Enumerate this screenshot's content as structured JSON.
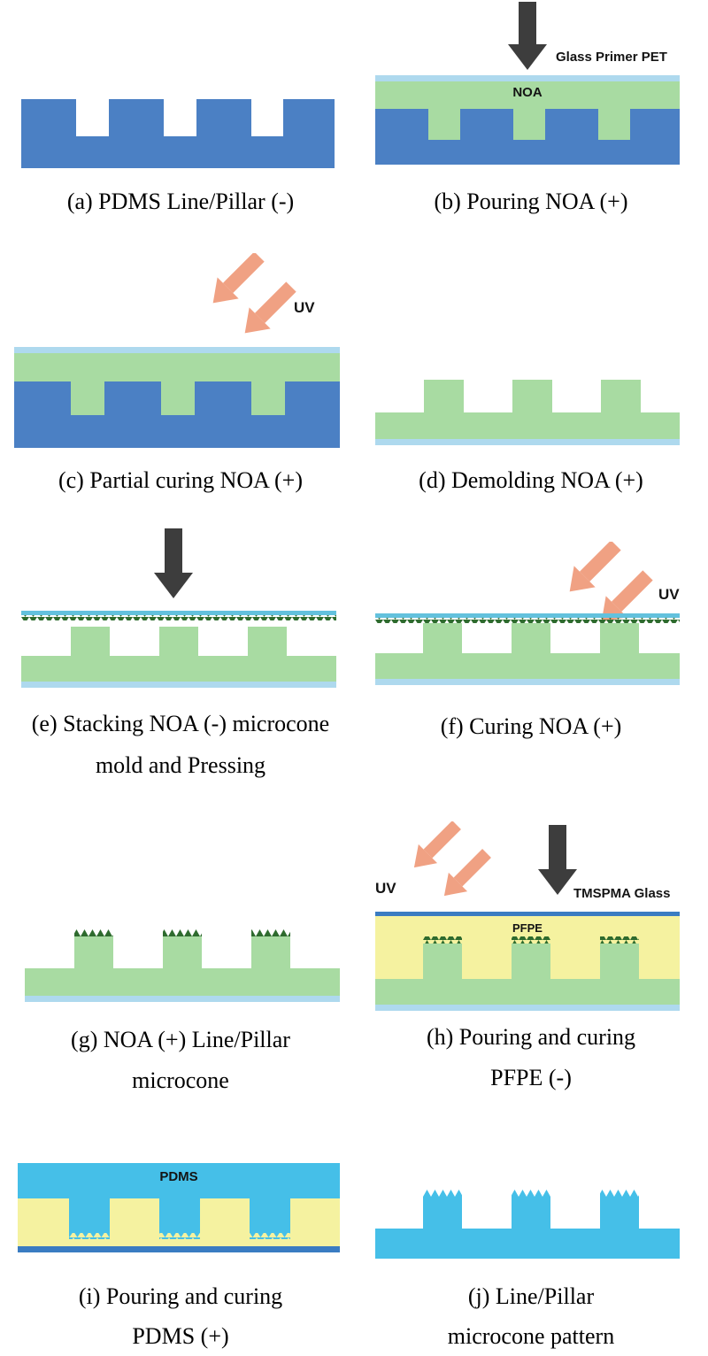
{
  "figure": {
    "type": "fabrication-process-schematic",
    "background": "#ffffff",
    "colors": {
      "pdms_mold_blue": "#4b80c4",
      "noa_green": "#a8dba2",
      "pet_film_lightblue": "#aed9ee",
      "arrow_dark_gray": "#3d3d3d",
      "uv_arrow_salmon": "#f0a183",
      "pfpe_yellow": "#f5f2a0",
      "glass_blue": "#3a7cc2",
      "pdms_cyan": "#45bfe8",
      "microcone_dark_green": "#2e6b2e",
      "cone_strip_teal": "#63c1dd",
      "caption_text": "#000000"
    },
    "panels": {
      "a": {
        "caption_lines": [
          "(a) PDMS Line/Pillar (-)"
        ]
      },
      "b": {
        "caption_lines": [
          "(b) Pouring NOA (+)"
        ],
        "labels": {
          "glass_primer_pet": "Glass Primer PET",
          "noa": "NOA"
        }
      },
      "c": {
        "caption_lines": [
          "(c) Partial curing NOA (+)"
        ],
        "labels": {
          "uv": "UV"
        }
      },
      "d": {
        "caption_lines": [
          "(d) Demolding NOA (+)"
        ]
      },
      "e": {
        "caption_lines": [
          "(e) Stacking NOA (-) microcone",
          "mold and Pressing"
        ]
      },
      "f": {
        "caption_lines": [
          "(f) Curing NOA (+)"
        ],
        "labels": {
          "uv": "UV"
        }
      },
      "g": {
        "caption_lines": [
          "(g) NOA (+) Line/Pillar",
          "microcone"
        ]
      },
      "h": {
        "caption_lines": [
          "(h) Pouring and curing",
          "PFPE (-)"
        ],
        "labels": {
          "uv": "UV",
          "tmspma_glass": "TMSPMA Glass",
          "pfpe": "PFPE"
        }
      },
      "i": {
        "caption_lines": [
          "(i) Pouring and curing",
          "PDMS (+)"
        ],
        "labels": {
          "pdms": "PDMS"
        }
      },
      "j": {
        "caption_lines": [
          "(j) Line/Pillar",
          "microcone pattern"
        ]
      }
    }
  }
}
